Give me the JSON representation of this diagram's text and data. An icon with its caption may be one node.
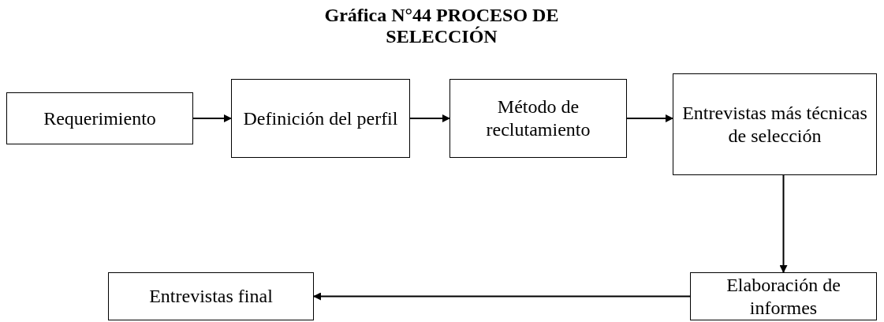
{
  "diagram": {
    "title": "Gráfica N°44 PROCESO DE SELECCIÓN",
    "nodes": [
      {
        "text": [
          "Requerimiento"
        ]
      },
      {
        "text": [
          "Definición del perfil"
        ]
      },
      {
        "text": [
          "Método de reclutamiento"
        ]
      },
      {
        "text": [
          "Entrevistas más técnicas de selección"
        ]
      },
      {
        "text": [
          "Entrevistas final"
        ]
      },
      {
        "text": [
          "Elaboración de informes"
        ]
      }
    ],
    "edges": [
      {
        "from": 0,
        "to": 1,
        "arrow": "to"
      },
      {
        "from": 1,
        "to": 2,
        "arrow": "to"
      },
      {
        "from": 2,
        "to": 3,
        "arrow": "to"
      },
      {
        "from": 3,
        "to": 5,
        "arrow": "to"
      },
      {
        "from": 5,
        "to": 4,
        "arrow": "to"
      }
    ]
  }
}
